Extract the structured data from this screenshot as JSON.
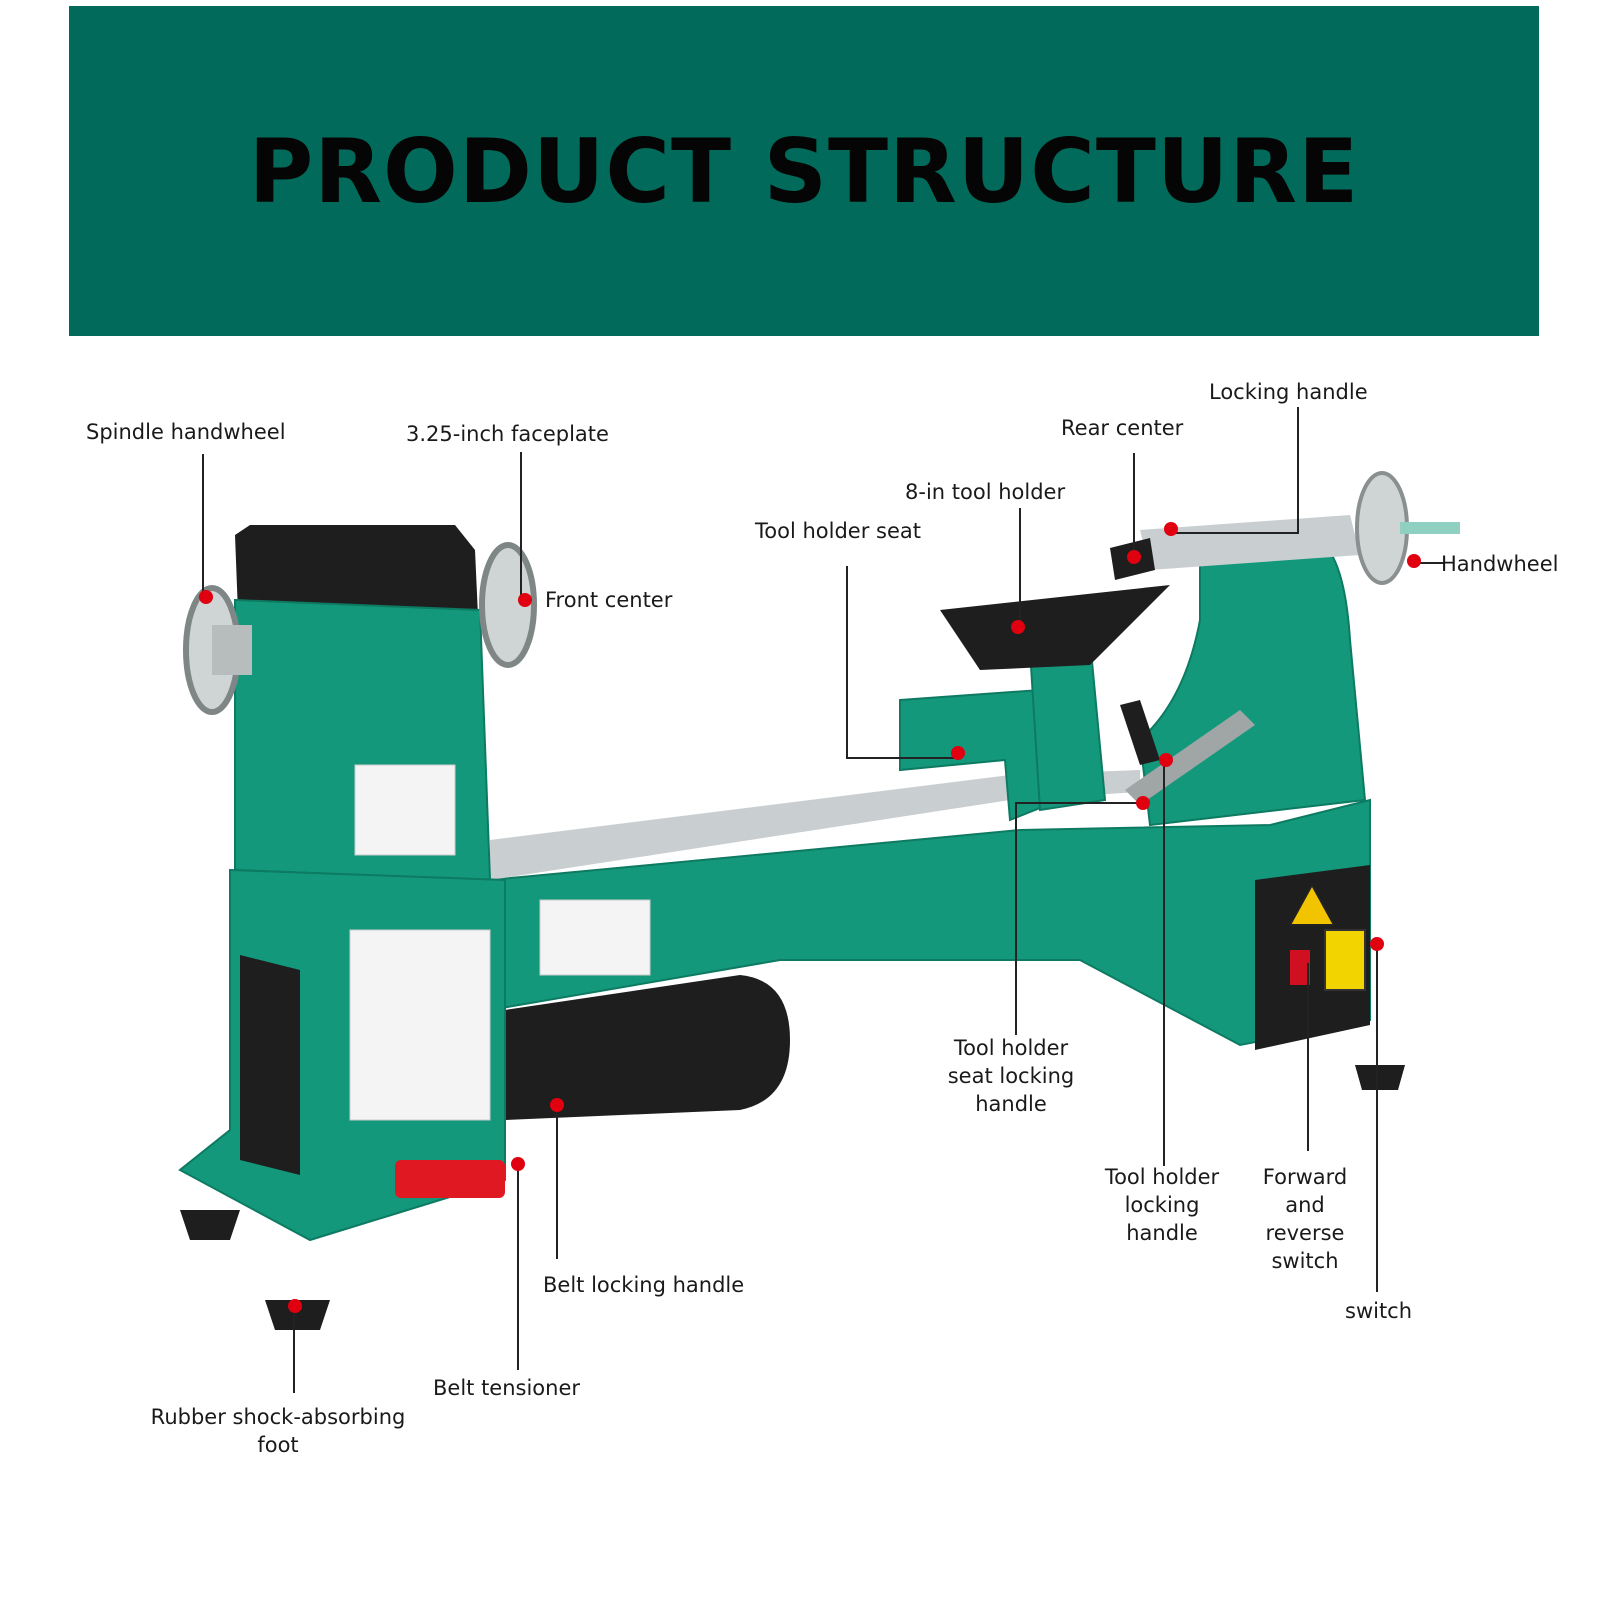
{
  "banner": {
    "title": "PRODUCT STRUCTURE",
    "color": "#026a5a"
  },
  "colors": {
    "machine_green": "#14987b",
    "machine_green_dark": "#0d7a62",
    "rail_silver": "#c9ced0",
    "black": "#1e1e1e",
    "marker_red": "#e00010",
    "leader_line": "#222222"
  },
  "labels": {
    "spindle_handwheel": "Spindle handwheel",
    "faceplate": "3.25-inch faceplate",
    "front_center": "Front center",
    "tool_holder_seat": "Tool holder seat",
    "tool_holder_8in": "8-in tool holder",
    "rear_center": "Rear center",
    "locking_handle": "Locking handle",
    "handwheel": "Handwheel",
    "seat_locking_handle": "Tool holder\nseat locking\nhandle",
    "tool_holder_locking_handle": "Tool holder\nlocking\nhandle",
    "forward_reverse_switch": "Forward\nand\nreverse\nswitch",
    "switch": "switch",
    "belt_locking_handle": "Belt locking handle",
    "belt_tensioner": "Belt tensioner",
    "rubber_foot": "Rubber shock-absorbing\nfoot"
  }
}
